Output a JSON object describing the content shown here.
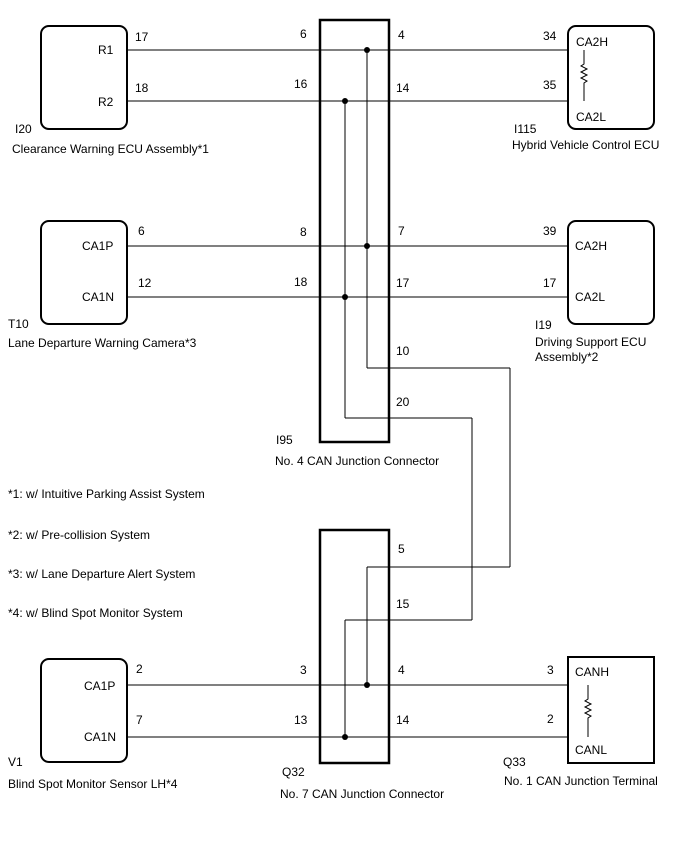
{
  "components": {
    "i20": {
      "code": "I20",
      "name": "Clearance Warning ECU Assembly*1",
      "pins": {
        "r1": "R1",
        "r2": "R2"
      },
      "pin_numbers": {
        "r1": "17",
        "r2": "18"
      }
    },
    "i115": {
      "code": "I115",
      "name": "Hybrid Vehicle Control ECU",
      "pins": {
        "ca2h": "CA2H",
        "ca2l": "CA2L"
      },
      "pin_numbers": {
        "ca2h": "34",
        "ca2l": "35"
      }
    },
    "t10": {
      "code": "T10",
      "name": "Lane Departure Warning Camera*3",
      "pins": {
        "ca1p": "CA1P",
        "ca1n": "CA1N"
      },
      "pin_numbers": {
        "ca1p": "6",
        "ca1n": "12"
      }
    },
    "i19": {
      "code": "I19",
      "name_line1": "Driving Support ECU",
      "name_line2": "Assembly*2",
      "pins": {
        "ca2h": "CA2H",
        "ca2l": "CA2L"
      },
      "pin_numbers": {
        "ca2h": "39",
        "ca2l": "17"
      }
    },
    "i95": {
      "code": "I95",
      "name": "No. 4 CAN Junction Connector",
      "pin_numbers": {
        "p6": "6",
        "p16": "16",
        "p8": "8",
        "p18": "18",
        "p4": "4",
        "p14": "14",
        "p7": "7",
        "p17": "17",
        "p10": "10",
        "p20": "20"
      }
    },
    "q32": {
      "code": "Q32",
      "name": "No. 7 CAN Junction Connector",
      "pin_numbers": {
        "p5": "5",
        "p15": "15",
        "p3": "3",
        "p13": "13",
        "p4": "4",
        "p14": "14"
      }
    },
    "v1": {
      "code": "V1",
      "name": "Blind Spot Monitor Sensor LH*4",
      "pins": {
        "ca1p": "CA1P",
        "ca1n": "CA1N"
      },
      "pin_numbers": {
        "ca1p": "2",
        "ca1n": "7"
      }
    },
    "q33": {
      "code": "Q33",
      "name": "No. 1 CAN Junction Terminal",
      "pins": {
        "canh": "CANH",
        "canl": "CANL"
      },
      "pin_numbers": {
        "canh": "3",
        "canl": "2"
      }
    }
  },
  "notes": [
    "*1: w/ Intuitive Parking Assist System",
    "*2: w/ Pre-collision System",
    "*3: w/ Lane Departure Alert System",
    "*4: w/ Blind Spot Monitor System"
  ]
}
